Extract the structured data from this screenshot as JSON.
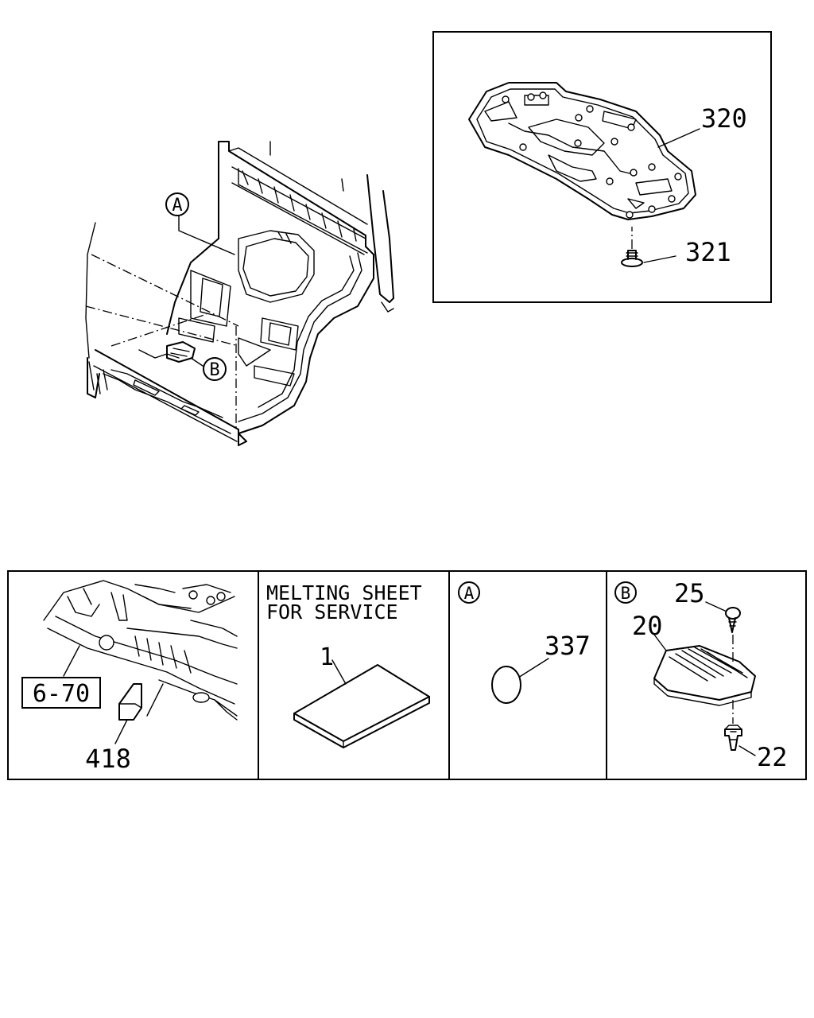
{
  "callouts": {
    "main_a": "A",
    "main_b": "B",
    "inset_320": "320",
    "inset_321": "321",
    "p1_ref": "6-70",
    "p1_418": "418",
    "p2_title_line1": "MELTING SHEET",
    "p2_title_line2": "FOR SERVICE",
    "p2_part": "1",
    "p3_circle": "A",
    "p3_part": "337",
    "p4_circle": "B",
    "p4_25": "25",
    "p4_20": "20",
    "p4_22": "22"
  }
}
